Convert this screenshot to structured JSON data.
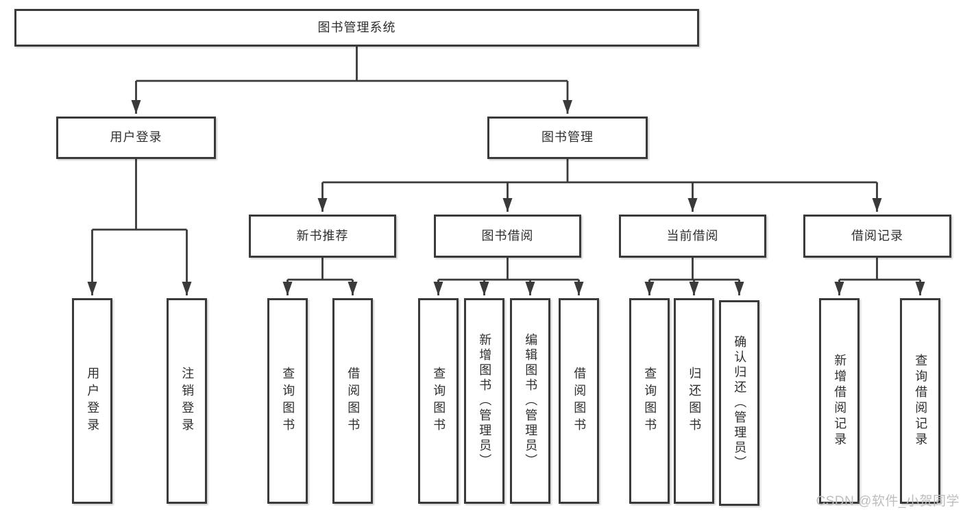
{
  "tree": {
    "label": "图书管理系统",
    "children": [
      {
        "label": "用户登录",
        "children": [
          {
            "label": "用户登录"
          },
          {
            "label": "注销登录"
          }
        ]
      },
      {
        "label": "图书管理",
        "children": [
          {
            "label": "新书推荐",
            "children": [
              {
                "label": "查询图书"
              },
              {
                "label": "借阅图书"
              }
            ]
          },
          {
            "label": "图书借阅",
            "children": [
              {
                "label": "查询图书"
              },
              {
                "label": "新增图书（管理员）"
              },
              {
                "label": "编辑图书（管理员）"
              },
              {
                "label": "借阅图书"
              }
            ]
          },
          {
            "label": "当前借阅",
            "children": [
              {
                "label": "查询图书"
              },
              {
                "label": "归还图书"
              },
              {
                "label": "确认归还（管理员）"
              }
            ]
          },
          {
            "label": "借阅记录",
            "children": [
              {
                "label": "新增借阅记录"
              },
              {
                "label": "查询借阅记录"
              }
            ]
          }
        ]
      }
    ]
  },
  "watermark": {
    "text": "CSDN @软件_小贺同学"
  },
  "colors": {
    "stroke": "#3a3a3a",
    "text": "#2f2f2f",
    "watermark": "#bdbdbd",
    "background": "#ffffff"
  }
}
